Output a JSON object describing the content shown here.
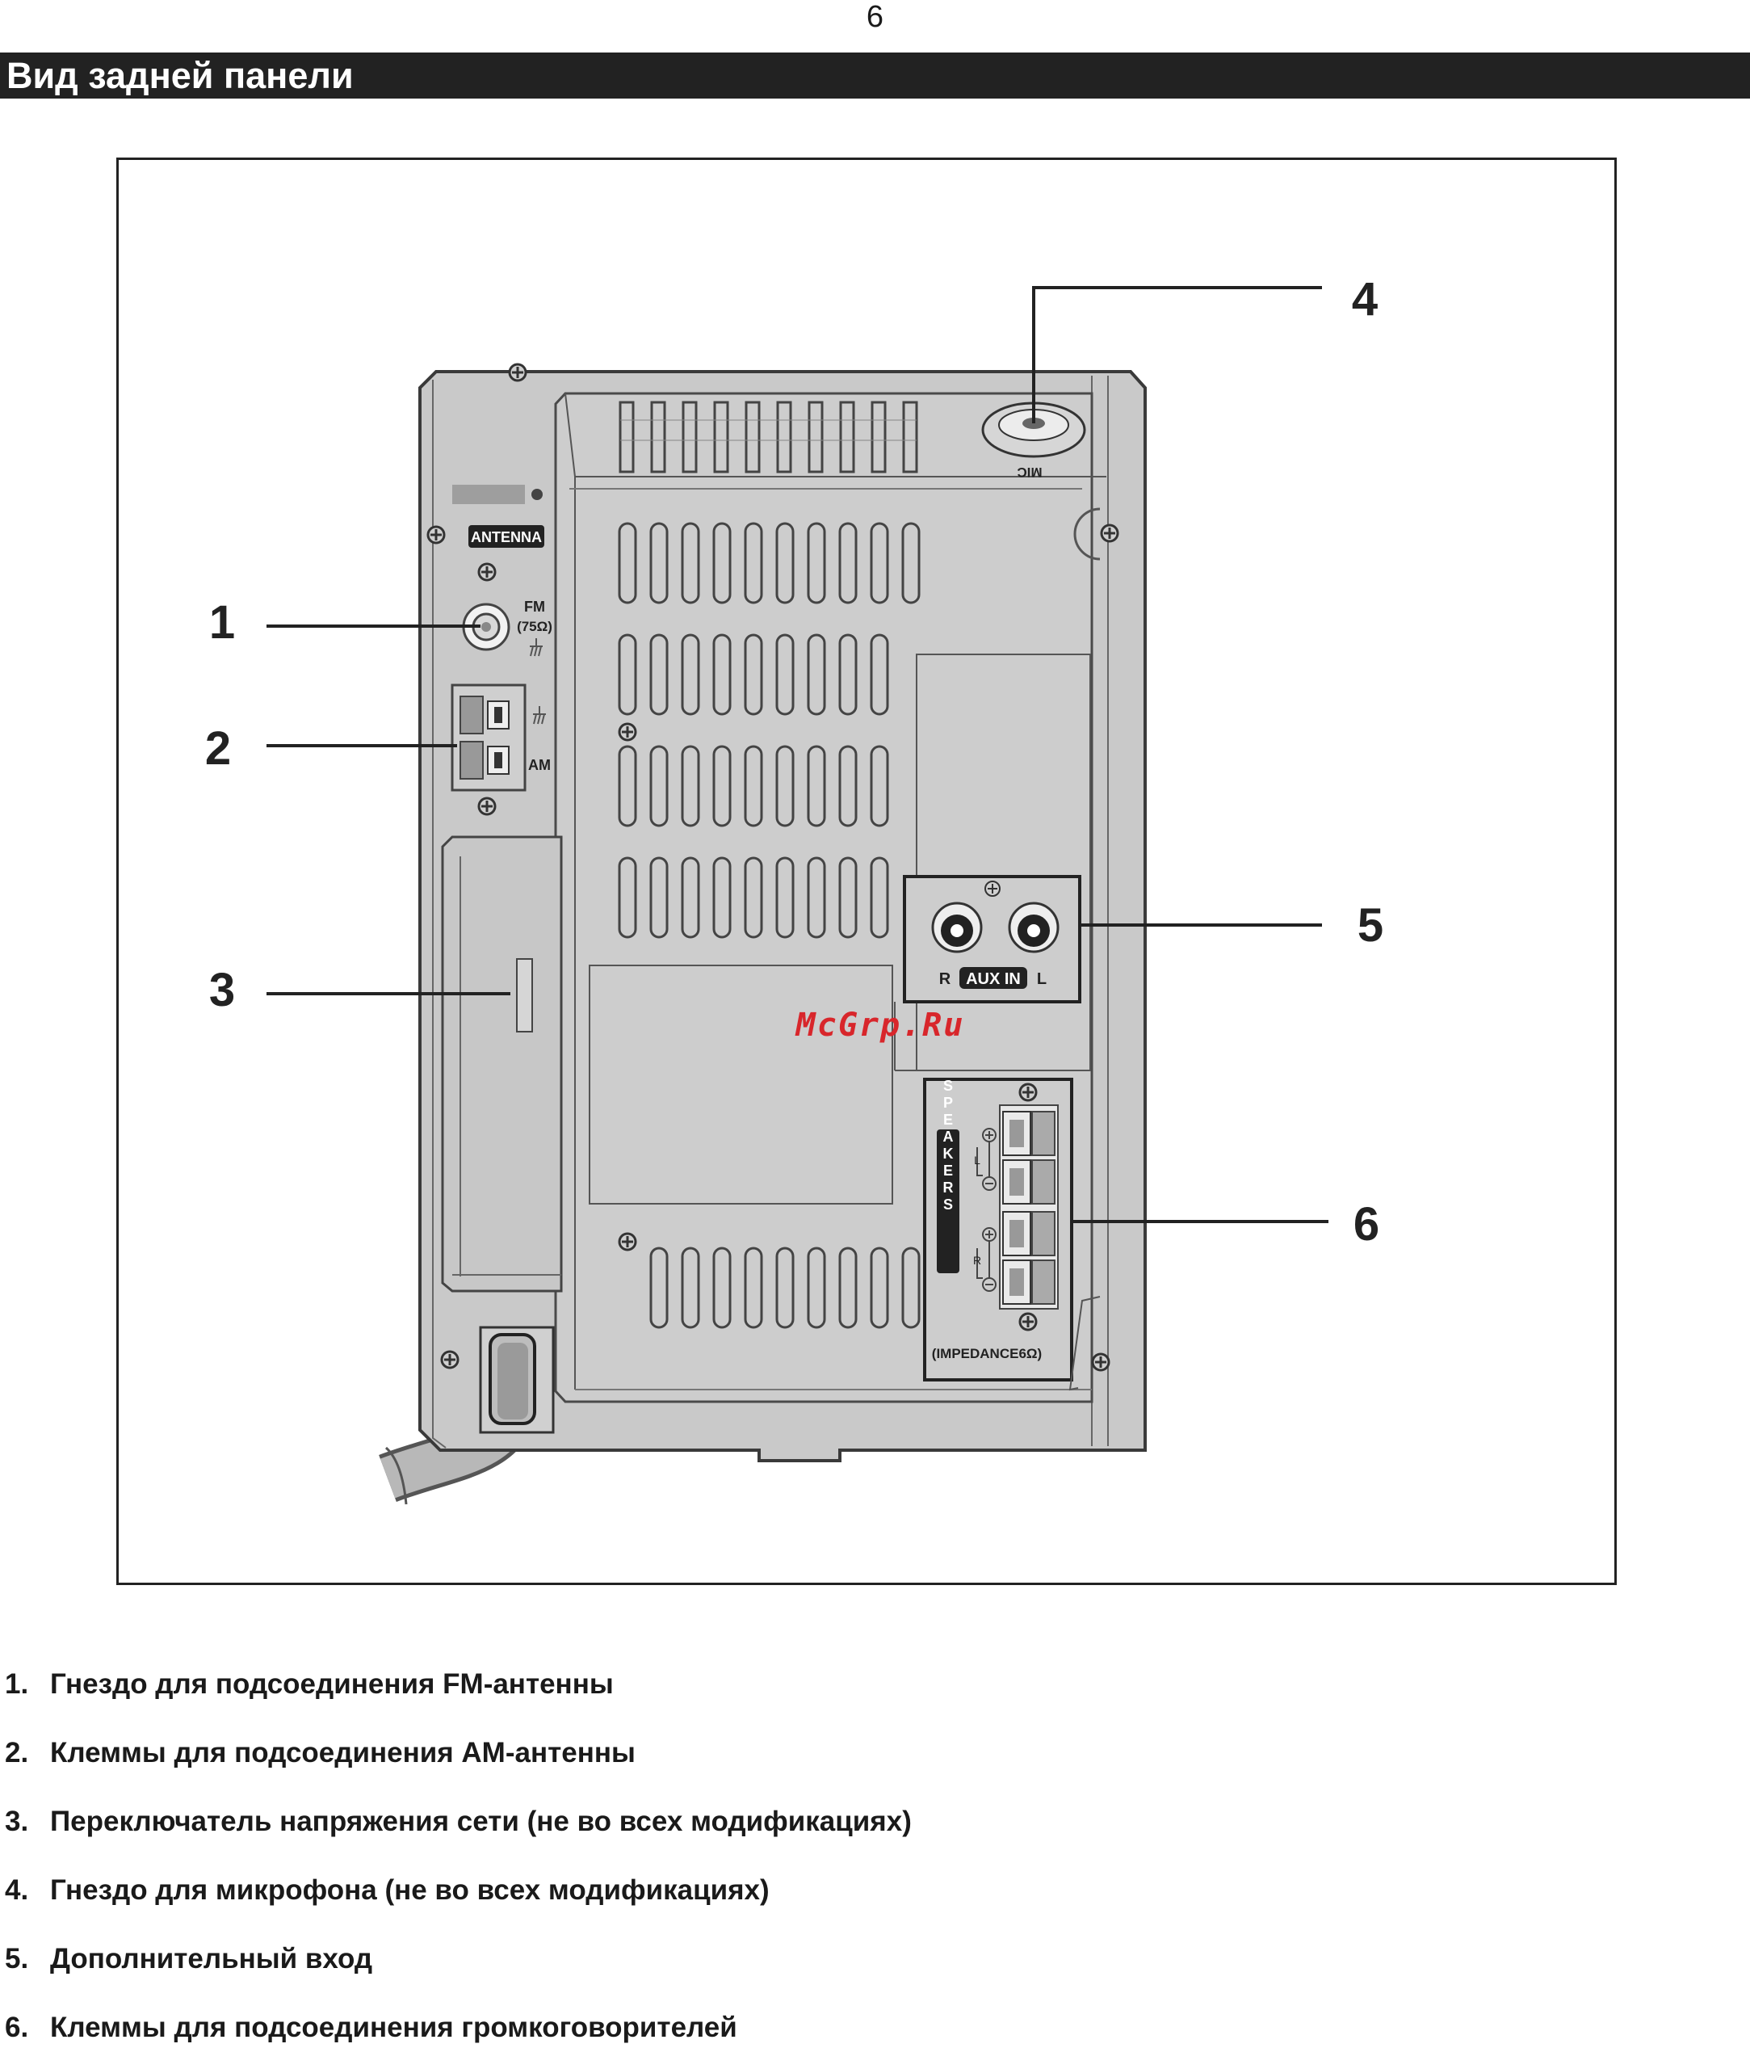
{
  "page": {
    "number": "6"
  },
  "header": {
    "title": "Вид задней панели"
  },
  "diagram": {
    "callouts": [
      "1",
      "2",
      "3",
      "4",
      "5",
      "6"
    ],
    "labels": {
      "antenna": "ANTENNA",
      "fm": "FM",
      "fm_impedance": "(75Ω)",
      "am": "AM",
      "mic": "MIC",
      "aux_r": "R",
      "aux_in": "AUX IN",
      "aux_l": "L",
      "speakers": "SPEAKERS",
      "speaker_l": "L",
      "speaker_r": "R",
      "impedance": "(IMPEDANCE6Ω)"
    },
    "watermark": "McGrp.Ru"
  },
  "legend": {
    "items": [
      {
        "num": "1.",
        "text": "Гнездо для подсоединения FM-антенны"
      },
      {
        "num": "2.",
        "text": "Клеммы для подсоединения AM-антенны"
      },
      {
        "num": "3.",
        "text": "Переключатель напряжения сети (не во всех модификациях)"
      },
      {
        "num": "4.",
        "text": "Гнездо для микрофона (не во всех модификациях)"
      },
      {
        "num": "5.",
        "text": "Дополнительный вход"
      },
      {
        "num": "6.",
        "text": "Клеммы для подсоединения громкоговорителей"
      }
    ]
  }
}
